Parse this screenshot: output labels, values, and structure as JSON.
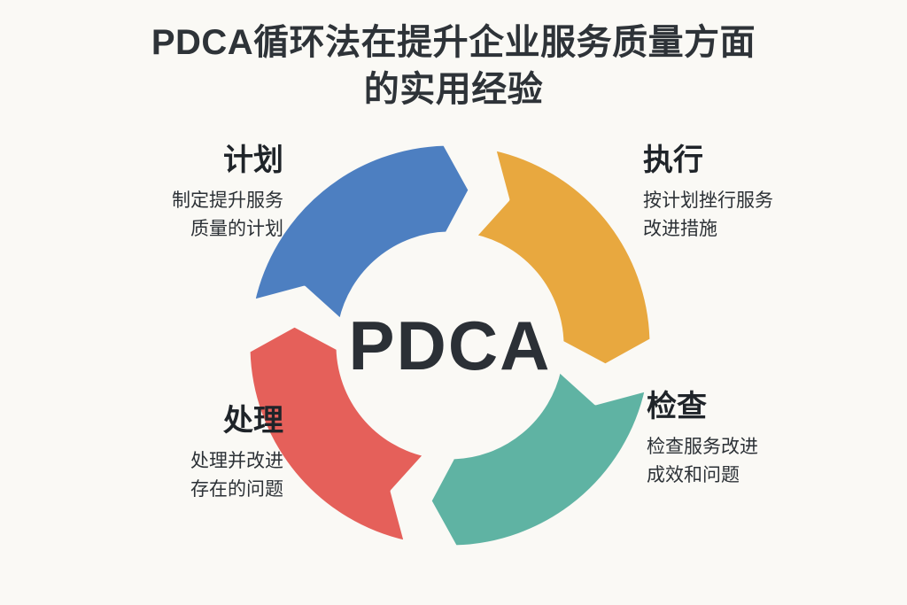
{
  "page": {
    "background_color": "#faf9f5",
    "text_color": "#2e3338"
  },
  "title": {
    "line1": "PDCA循环法在提升企业服务质量方面",
    "line2": "的实用经验"
  },
  "diagram": {
    "center_label": "PDCA",
    "type": "pdca-cycle-donut",
    "segments": [
      {
        "key": "plan",
        "title": "计划",
        "desc_line1": "制定提升服务",
        "desc_line2": "质量的计划",
        "color": "#4d7fc1",
        "position": "top-left"
      },
      {
        "key": "do",
        "title": "执行",
        "desc_line1": "按计划挫行服务",
        "desc_line2": "改进措施",
        "color": "#e8a83f",
        "position": "top-right"
      },
      {
        "key": "check",
        "title": "检查",
        "desc_line1": "检查服务改进",
        "desc_line2": "成效和问题",
        "color": "#5fb3a3",
        "position": "bottom-right"
      },
      {
        "key": "act",
        "title": "处理",
        "desc_line1": "处理并改进",
        "desc_line2": "存在的问题",
        "color": "#e5605a",
        "position": "bottom-left"
      }
    ]
  }
}
